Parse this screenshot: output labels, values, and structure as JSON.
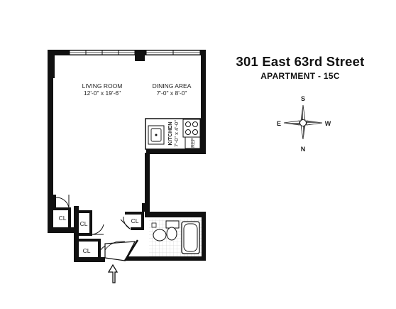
{
  "header": {
    "street": "301 East 63rd Street",
    "apartment": "APARTMENT - 15C"
  },
  "rooms": {
    "living": {
      "name": "LIVING ROOM",
      "dims": "12'-0\" x 19'-6\""
    },
    "dining": {
      "name": "DINING AREA",
      "dims": "7'-0\" x 8'-0\""
    },
    "kitchen": {
      "name": "KITCHEN",
      "dims": "7'-0\" x 4'-0\""
    },
    "refrigerator": "REF",
    "closets": [
      "CL",
      "CL",
      "CL",
      "CL"
    ]
  },
  "compass": {
    "s": "S",
    "e": "E",
    "w": "W",
    "n": "N"
  }
}
